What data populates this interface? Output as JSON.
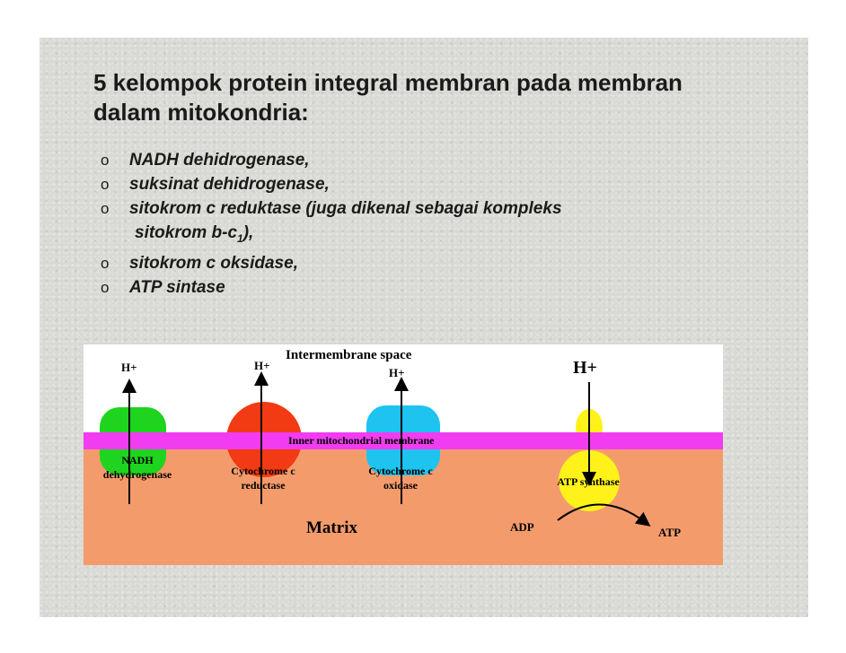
{
  "title": {
    "line1": "5 kelompok protein integral membran pada membran",
    "line2": "dalam mitokondria:"
  },
  "bullets": {
    "marker": "o",
    "items": [
      "NADH dehidrogenase,",
      "suksinat dehidrogenase,",
      "sitokrom c reduktase (juga dikenal sebagai kompleks"
    ],
    "item3_cont": "sitokrom b-c",
    "item3_sub": "1",
    "item3_end": "),",
    "item4": "sitokrom c oksidase,",
    "item5": "ATP sintase"
  },
  "diagram": {
    "intermembrane_space": "Intermembrane space",
    "inner_membrane": "Inner mitochondrial membrane",
    "matrix": "Matrix",
    "proton": "H+",
    "complexes": [
      {
        "line1": "NADH",
        "line2": "dehydrogenase",
        "color": "#1ed41e"
      },
      {
        "line1": "Cytochrome c",
        "line2": "reductase",
        "color": "#f23a14"
      },
      {
        "line1": "Cytochrome c",
        "line2": "oxidase",
        "color": "#1ec3f0"
      }
    ],
    "atp_synthase": {
      "label": "ATP synthase",
      "color": "#fff21a"
    },
    "adp": "ADP",
    "atp": "ATP",
    "colors": {
      "membrane": "#f23cf2",
      "matrix": "#f49b6c",
      "space": "#ffffff"
    }
  }
}
